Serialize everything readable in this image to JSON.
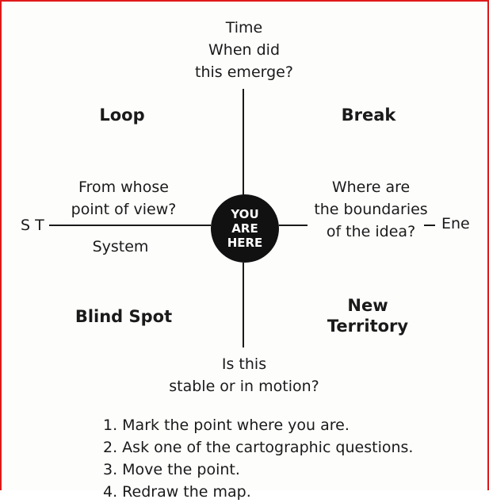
{
  "top_question": {
    "title": "Time",
    "line1": "When did",
    "line2": "this emerge?"
  },
  "quadrants": {
    "top_left": "Loop",
    "top_right": "Break",
    "bottom_left": "Blind Spot",
    "bottom_right_line1": "New",
    "bottom_right_line2": "Territory"
  },
  "left_question": {
    "line1": "From whose",
    "line2": "point of view?",
    "below": "System"
  },
  "right_question": {
    "line1": "Where are",
    "line2": "the boundaries",
    "line3": "of the idea?"
  },
  "left_edge_label": "S T",
  "right_edge_label": "Ene",
  "center_label": {
    "line1": "YOU",
    "line2": "ARE",
    "line3": "HERE"
  },
  "bottom_question": {
    "line1": "Is this",
    "line2": "stable or in motion?"
  },
  "steps": [
    "1. Mark the point where you are.",
    "2. Ask one of the cartographic questions.",
    "3. Move the point.",
    "4. Redraw the map."
  ],
  "colors": {
    "border": "#e01a1a",
    "ink": "#1a1a1a",
    "center_fill": "#111111"
  }
}
